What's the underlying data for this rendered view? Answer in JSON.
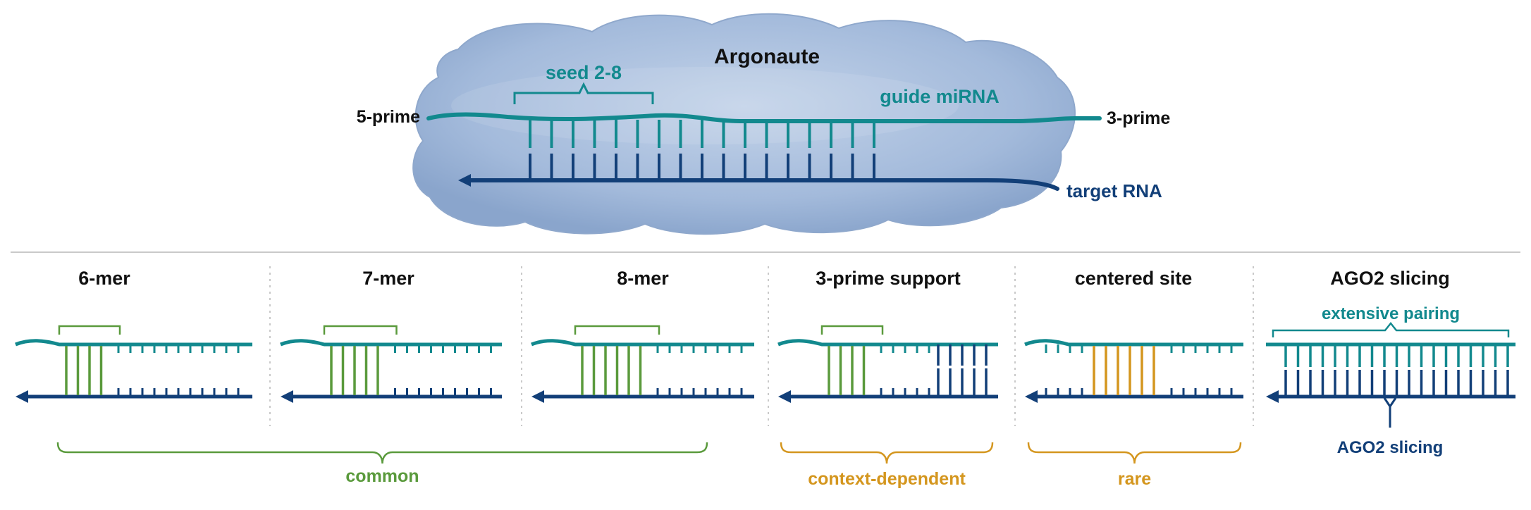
{
  "top": {
    "protein_label": "Argonaute",
    "seed_label": "seed 2-8",
    "guide_label": "guide miRNA",
    "five_prime_label": "5-prime",
    "three_prime_label": "3-prime",
    "target_label": "target RNA"
  },
  "panels": [
    {
      "title": "6-mer",
      "pairing": "seed",
      "seed_pairs": 4
    },
    {
      "title": "7-mer",
      "pairing": "seed",
      "seed_pairs": 5
    },
    {
      "title": "8-mer",
      "pairing": "seed",
      "seed_pairs": 6
    },
    {
      "title": "3-prime support",
      "pairing": "seed+3prime",
      "seed_pairs": 4,
      "supplementary_pairs": 5
    },
    {
      "title": "centered site",
      "pairing": "central",
      "central_pairs": 6
    },
    {
      "title": "AGO2 slicing",
      "pairing": "extensive",
      "top_label": "extensive pairing",
      "bottom_label": "AGO2 slicing"
    }
  ],
  "groups": [
    {
      "label": "common",
      "color": "#5a9a3c"
    },
    {
      "label": "context-dependent",
      "color": "#d4961e"
    },
    {
      "label": "rare",
      "color": "#d4961e"
    }
  ],
  "colors": {
    "guide": "#12898e",
    "target": "#123f78",
    "seed_pair": "#5a9a3c",
    "central_pair": "#d4961e",
    "protein": "#a6bddc",
    "title": "#111111",
    "divider": "#c9c9c9"
  }
}
